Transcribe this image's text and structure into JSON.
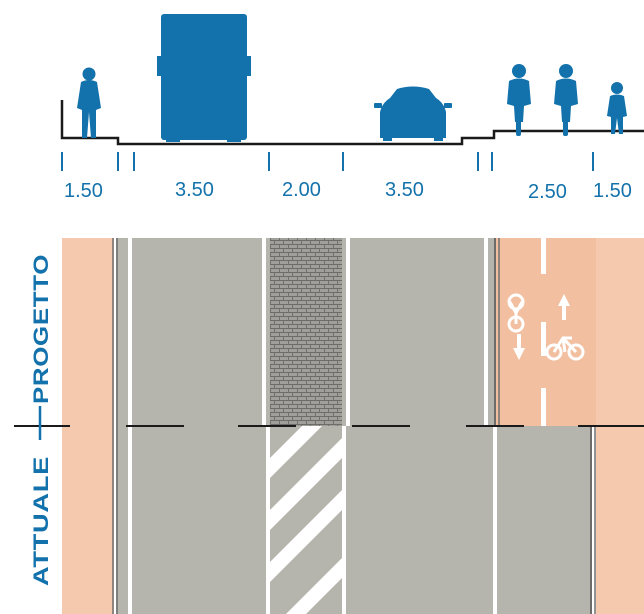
{
  "section_labels": {
    "project": "PROGETTO",
    "current": "ATTUALE"
  },
  "dimensions": [
    "1.50",
    "3.50",
    "2.00",
    "3.50",
    "2.50",
    "1.50"
  ],
  "icons": {
    "top_row": [
      "pedestrian-icon",
      "truck-icon",
      "car-icon",
      "cyclist-icon",
      "cyclist-icon",
      "pedestrian-icon"
    ],
    "bike_lane": [
      "bicycle-down-icon",
      "bicycle-up-icon",
      "arrow-down-icon",
      "arrow-up-icon"
    ]
  },
  "colors": {
    "accent_blue": "#1372ac",
    "sidewalk": "#f5c9ad",
    "asphalt": "#b6b5ad",
    "cycle_lane": "#f2c0a1",
    "median_paving": "#a09f99",
    "lane_marking": "#ffffff",
    "divider_line": "#1a1a1a"
  }
}
